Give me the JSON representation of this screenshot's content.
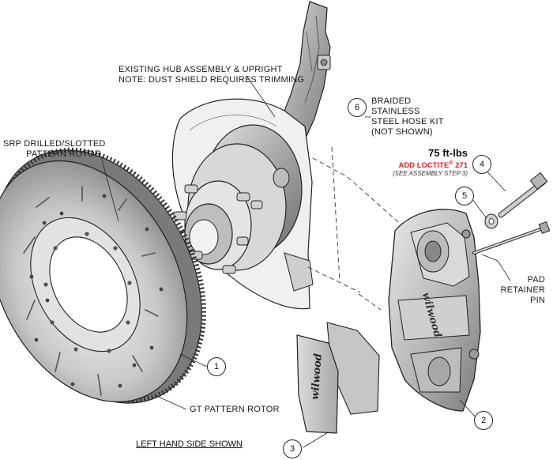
{
  "labels": {
    "hub_line1": "EXISTING HUB ASSEMBLY & UPRIGHT",
    "hub_line2": "NOTE: DUST SHIELD REQUIRES TRIMMING",
    "srp_line1": "SRP DRILLED/SLOTTED",
    "srp_line2": "PATTERN ROTOR",
    "hose_line1": "BRAIDED",
    "hose_line2": "STAINLESS",
    "hose_line3": "STEEL HOSE KIT",
    "hose_line4": "(NOT SHOWN)",
    "torque": "75 ft-lbs",
    "loctite": "ADD LOCTITE",
    "loctite_mark": "®",
    "loctite_num": " 271",
    "assembly_step": "(SEE ASSEMBLY STEP 3)",
    "pad_pin_line1": "PAD",
    "pad_pin_line2": "RETAINER",
    "pad_pin_line3": "PIN",
    "gt_rotor": "GT PATTERN ROTOR",
    "footer": "LEFT HAND SIDE SHOWN"
  },
  "callouts": {
    "c1": "1",
    "c2": "2",
    "c3": "3",
    "c4": "4",
    "c5": "5",
    "c6": "6"
  },
  "brand_marks": {
    "caliper_logo": "wilwood",
    "pad_logo": "wilwood"
  },
  "colors": {
    "ink": "#1a1a1a",
    "accent_red": "#e01b24",
    "part_gray": "#9a9a9a",
    "part_light": "#d6d6d6"
  }
}
